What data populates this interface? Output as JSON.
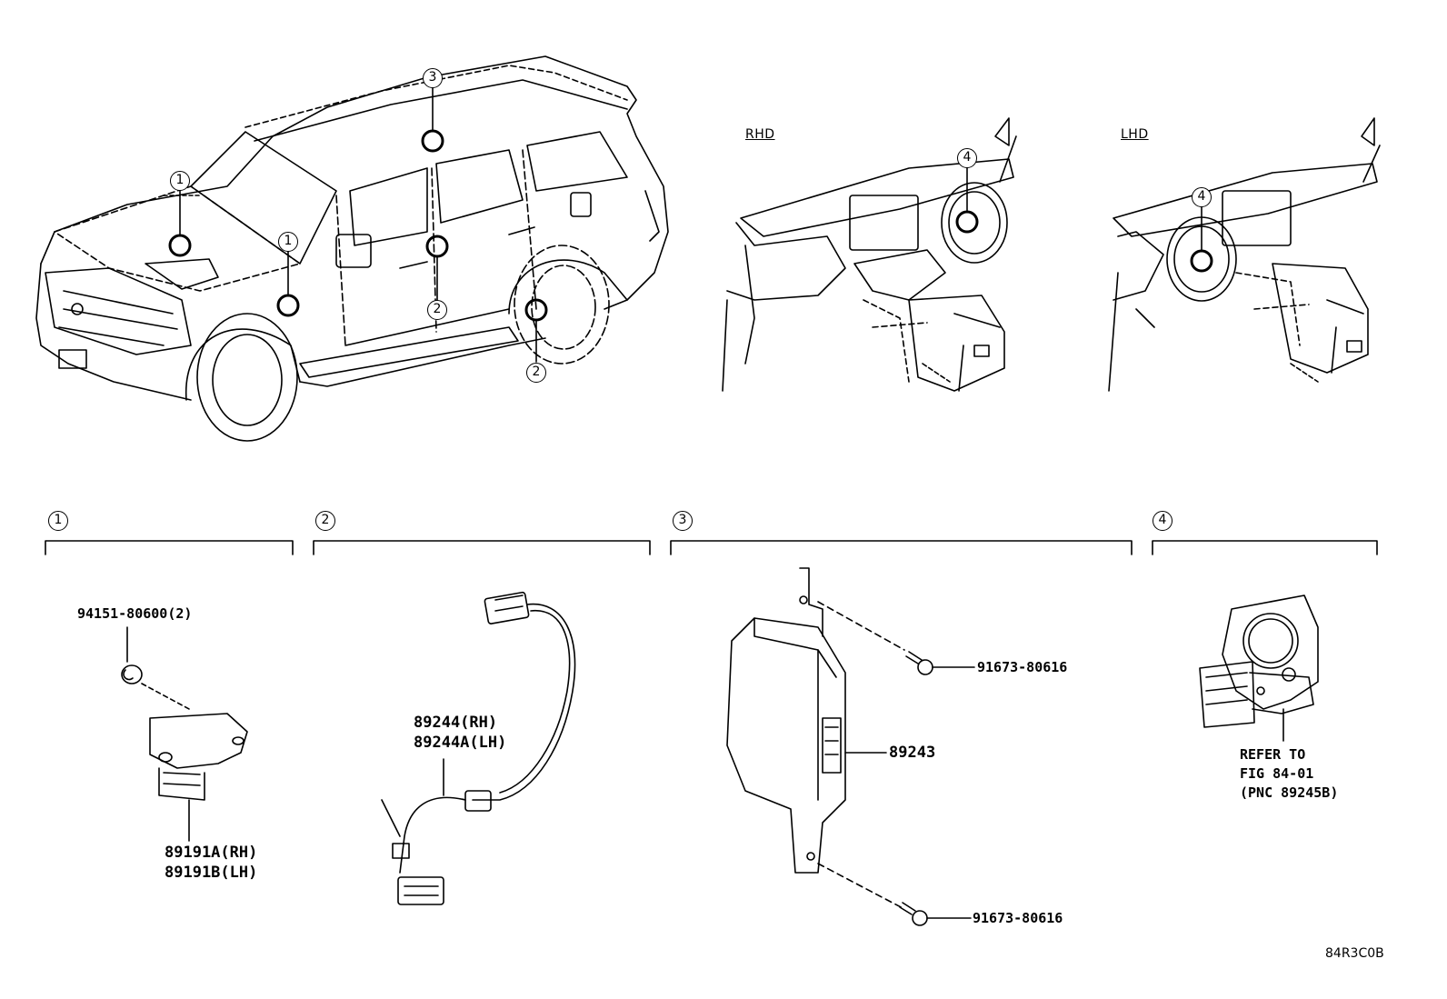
{
  "views": {
    "rhd_label": "RHD",
    "lhd_label": "LHD"
  },
  "callouts": {
    "c1": "1",
    "c2": "2",
    "c3": "3",
    "c4": "4"
  },
  "sections": [
    {
      "number": "1"
    },
    {
      "number": "2"
    },
    {
      "number": "3"
    },
    {
      "number": "4"
    }
  ],
  "parts": {
    "s1_bolt": "94151-80600(2)",
    "s1_sensor_rh": "89191A(RH)",
    "s1_sensor_lh": "89191B(LH)",
    "s2_harness_rh": "89244(RH)",
    "s2_harness_lh": "89244A(LH)",
    "s3_bolt_top": "91673-80616",
    "s3_module": "89243",
    "s3_bolt_bottom": "91673-80616",
    "s4_ref_line1": "REFER TO",
    "s4_ref_line2": "FIG 84-01",
    "s4_ref_line3": "(PNC 89245B)"
  },
  "illustration_code": "84R3C0B"
}
